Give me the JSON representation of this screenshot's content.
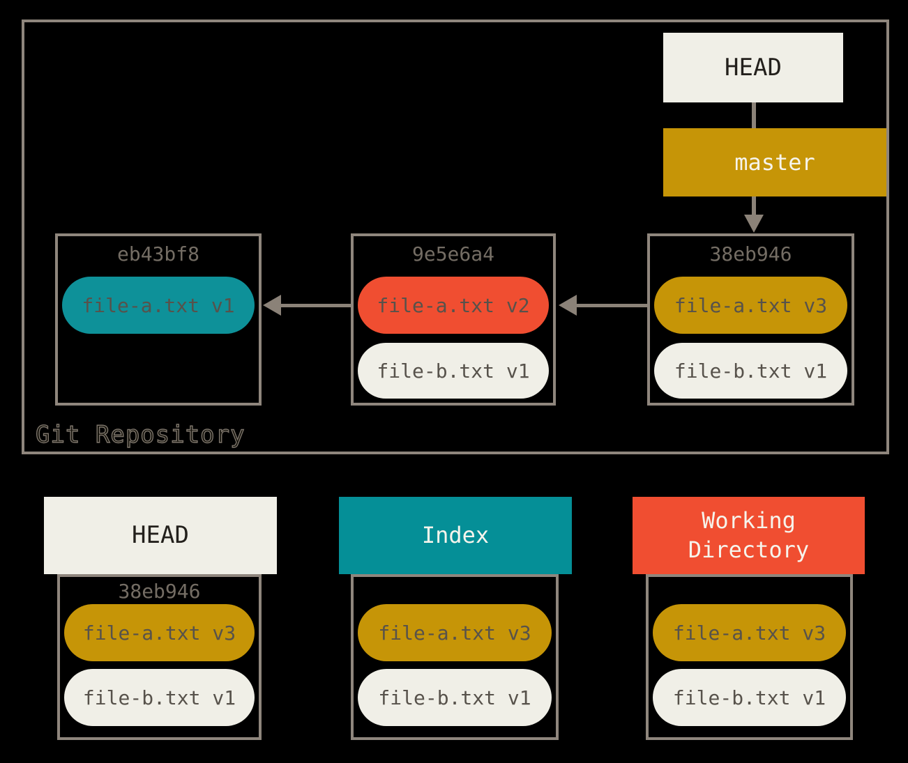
{
  "colors": {
    "background": "#000000",
    "cream": "#f0efe7",
    "gold": "#c69507",
    "teal": "#0e9199",
    "red": "#f04e31",
    "box_border": "#8f867d",
    "arrow": "#8b8278",
    "pill_text": "#57524b",
    "commit_id_text": "#746d64"
  },
  "repository": {
    "label": "Git Repository",
    "head": {
      "label": "HEAD"
    },
    "branch": {
      "label": "master"
    },
    "commits": [
      {
        "id": "eb43bf8",
        "files": [
          {
            "name": "file-a.txt v1",
            "color": "#0e9199"
          }
        ]
      },
      {
        "id": "9e5e6a4",
        "files": [
          {
            "name": "file-a.txt v2",
            "color": "#f04e31"
          },
          {
            "name": "file-b.txt v1",
            "color": "#f0efe7"
          }
        ]
      },
      {
        "id": "38eb946",
        "files": [
          {
            "name": "file-a.txt v3",
            "color": "#c69507"
          },
          {
            "name": "file-b.txt v1",
            "color": "#f0efe7"
          }
        ]
      }
    ]
  },
  "trees": [
    {
      "title": "HEAD",
      "commit_id": "38eb946",
      "files": [
        {
          "name": "file-a.txt v3",
          "color": "#c69507"
        },
        {
          "name": "file-b.txt v1",
          "color": "#f0efe7"
        }
      ]
    },
    {
      "title": "Index",
      "files": [
        {
          "name": "file-a.txt v3",
          "color": "#c69507"
        },
        {
          "name": "file-b.txt v1",
          "color": "#f0efe7"
        }
      ]
    },
    {
      "title": "Working Directory",
      "files": [
        {
          "name": "file-a.txt v3",
          "color": "#c69507"
        },
        {
          "name": "file-b.txt v1",
          "color": "#f0efe7"
        }
      ]
    }
  ]
}
